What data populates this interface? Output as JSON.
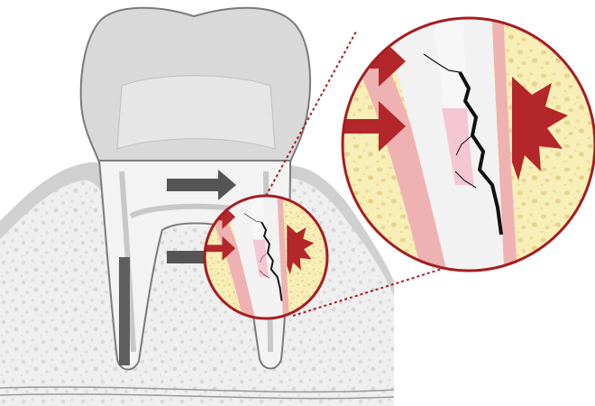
{
  "figure": {
    "elements": [
      "tooth-crown",
      "tooth-roots",
      "root-canal",
      "alveolar-bone",
      "gingiva",
      "force-arrows",
      "root-fracture-crack",
      "bone-lesion",
      "magnifier-inset",
      "zoom-callout-lines"
    ],
    "colors": {
      "bone_fill": "#f7eeb8",
      "bone_pore": "#e6d48f",
      "lesion_red": "#b3262a",
      "arrow_red": "#b3262a",
      "arrow_gray": "#555555",
      "ligament_pink": "#eeb2b2",
      "pulp_pink": "#f4c6d4",
      "tooth_gray": "#dcdcdc",
      "tooth_outline": "#7a7a7a",
      "jaw_bone_gray": "#eeeeee",
      "gum_gray": "#d3d3d3",
      "callout_line": "#a51d22"
    }
  }
}
